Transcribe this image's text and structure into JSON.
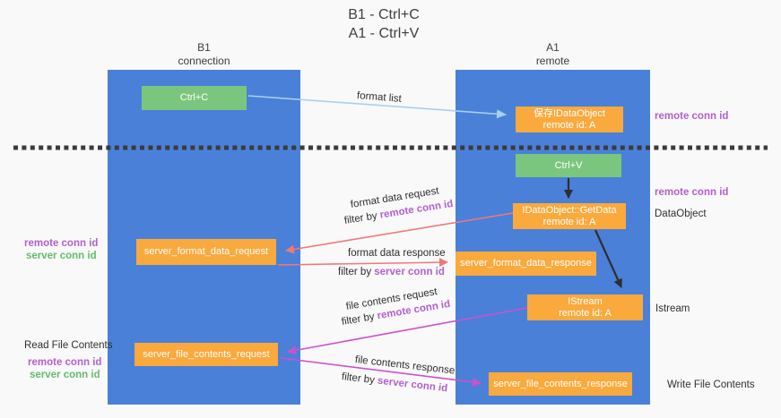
{
  "title": {
    "line1": "B1 - Ctrl+C",
    "line2": "A1 - Ctrl+V"
  },
  "lanes": {
    "left": {
      "name": "B1",
      "role": "connection"
    },
    "right": {
      "name": "A1",
      "role": "remote"
    }
  },
  "nodes": {
    "ctrl_c": {
      "label": "Ctrl+C"
    },
    "save_dataobject": {
      "line1": "保存IDataObject",
      "line2": "remote id: A"
    },
    "ctrl_v": {
      "label": "Ctrl+V"
    },
    "getdata": {
      "line1": "IDataObject::GetData",
      "line2": "remote id: A"
    },
    "format_request": {
      "label": "server_format_data_request"
    },
    "format_response": {
      "label": "server_format_data_response"
    },
    "istream": {
      "line1": "IStream",
      "line2": "remote id: A"
    },
    "file_request": {
      "label": "server_file_contents_request"
    },
    "file_response": {
      "label": "server_file_contents_response"
    }
  },
  "side_labels": {
    "remote_conn_id_top": "remote conn id",
    "remote_conn_id_mid": "remote conn id",
    "dataobject": "DataObject",
    "istream": "Istream",
    "write_file_contents": "Write File Contents",
    "read_file_contents": "Read File Contents",
    "left_mid": {
      "remote": "remote conn id",
      "server": "server conn id"
    },
    "left_bottom": {
      "remote": "remote conn id",
      "server": "server conn id"
    }
  },
  "arrow_labels": {
    "format_list": "format list",
    "format_data_request": "format data request",
    "format_data_request_filter_prefix": "filter by ",
    "format_data_request_filter_key": "remote conn id",
    "format_data_response": "format data response",
    "format_data_response_filter_prefix": "filter by ",
    "format_data_response_filter_key": "server conn id",
    "file_contents_request": "file contents request",
    "file_contents_request_filter_prefix": "filter by ",
    "file_contents_request_filter_key": "remote conn id",
    "file_contents_response": "file contents response",
    "file_contents_response_filter_prefix": "filter by ",
    "file_contents_response_filter_key": "server conn id"
  },
  "colors": {
    "lane_blue": "#4A80D8",
    "node_orange": "#FAA93D",
    "node_green": "#7BC67E",
    "purple_text": "#B35FCE",
    "green_text": "#63BC6C",
    "arrow_red": "#F07878",
    "arrow_magenta": "#CC52CC",
    "arrow_blue": "#A9CFEF",
    "arrow_black": "#2E2E2E",
    "background": "#F9F9F9"
  }
}
